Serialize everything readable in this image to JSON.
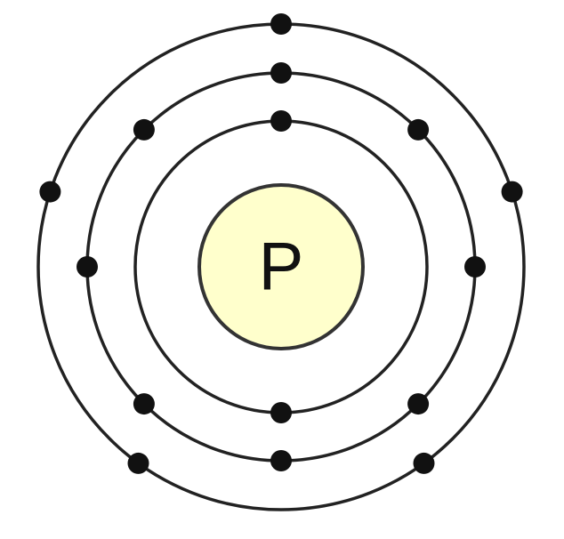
{
  "diagram": {
    "element_symbol": "P",
    "shells": [
      {
        "electrons": 2
      },
      {
        "electrons": 8
      },
      {
        "electrons": 5
      }
    ]
  },
  "colors": {
    "nucleus_fill": "#ffffcc",
    "nucleus_stroke": "#333333",
    "shell_stroke": "#222222",
    "electron_fill": "#111111"
  }
}
